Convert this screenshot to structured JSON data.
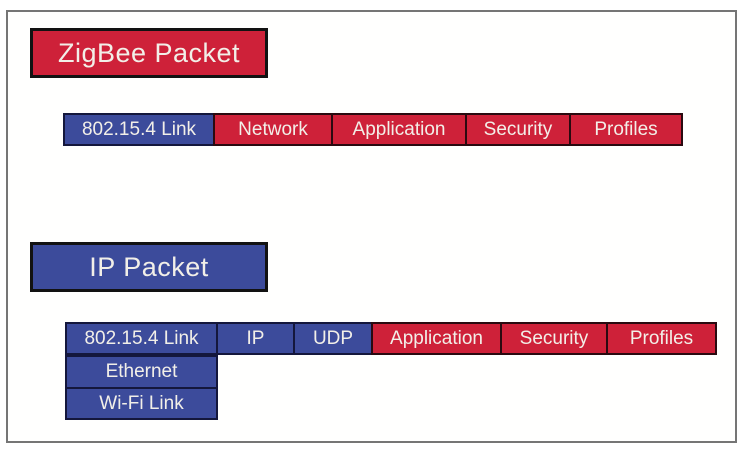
{
  "colors": {
    "red": "#CE2139",
    "blue": "#3C4B9B",
    "text": "#F2EFE8",
    "red_border": "#2A0A10",
    "blue_border": "#14173C",
    "title_border": "#121212",
    "frame_border": "#757575",
    "background": "#FFFFFE"
  },
  "zigbee": {
    "title": "ZigBee Packet",
    "segments": [
      {
        "label": "802.15.4 Link",
        "color": "blue"
      },
      {
        "label": "Network",
        "color": "red"
      },
      {
        "label": "Application",
        "color": "red"
      },
      {
        "label": "Security",
        "color": "red"
      },
      {
        "label": "Profiles",
        "color": "red"
      }
    ]
  },
  "ip": {
    "title": "IP Packet",
    "segments": [
      {
        "label": "802.15.4 Link",
        "color": "blue"
      },
      {
        "label": "IP",
        "color": "blue"
      },
      {
        "label": "UDP",
        "color": "blue"
      },
      {
        "label": "Application",
        "color": "red"
      },
      {
        "label": "Security",
        "color": "red"
      },
      {
        "label": "Profiles",
        "color": "red"
      }
    ],
    "alternate_links": [
      {
        "label": "Ethernet"
      },
      {
        "label": "Wi-Fi Link"
      }
    ]
  }
}
